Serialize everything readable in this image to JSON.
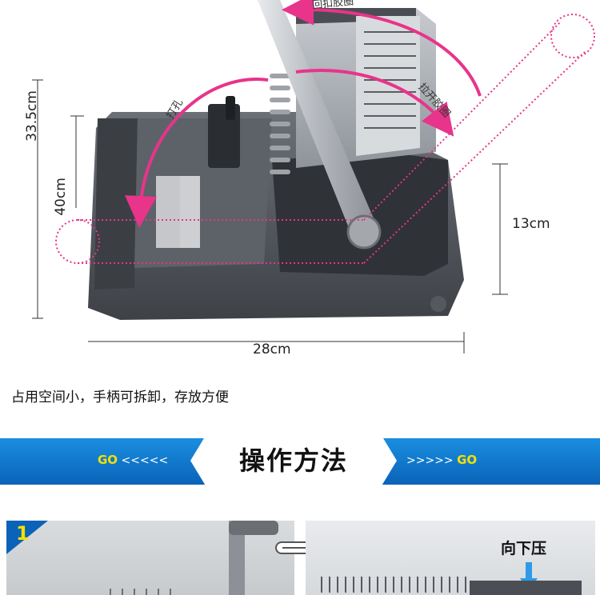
{
  "dimensions": {
    "height_total": "33.5cm",
    "height_open": "40cm",
    "height_closed": "13cm",
    "width": "28cm"
  },
  "motion_labels": {
    "punch": "打孔",
    "return_ring": "回扣胶圈",
    "open_ring": "拉开胶圈"
  },
  "caption": "占用空间小，手柄可拆卸，存放方便",
  "banner": {
    "title": "操作方法",
    "go_left_word": "GO",
    "go_left_arrows": "<<<<<",
    "go_right_arrows": ">>>>>",
    "go_right_word": "GO"
  },
  "steps": [
    {
      "number": "1"
    },
    {
      "press_label": "向下压"
    }
  ],
  "colors": {
    "banner_blue": "#0a63b8",
    "go_yellow": "#f6e000",
    "arrow_pink": "#e8348a",
    "body_gray": "#4b4f55"
  }
}
